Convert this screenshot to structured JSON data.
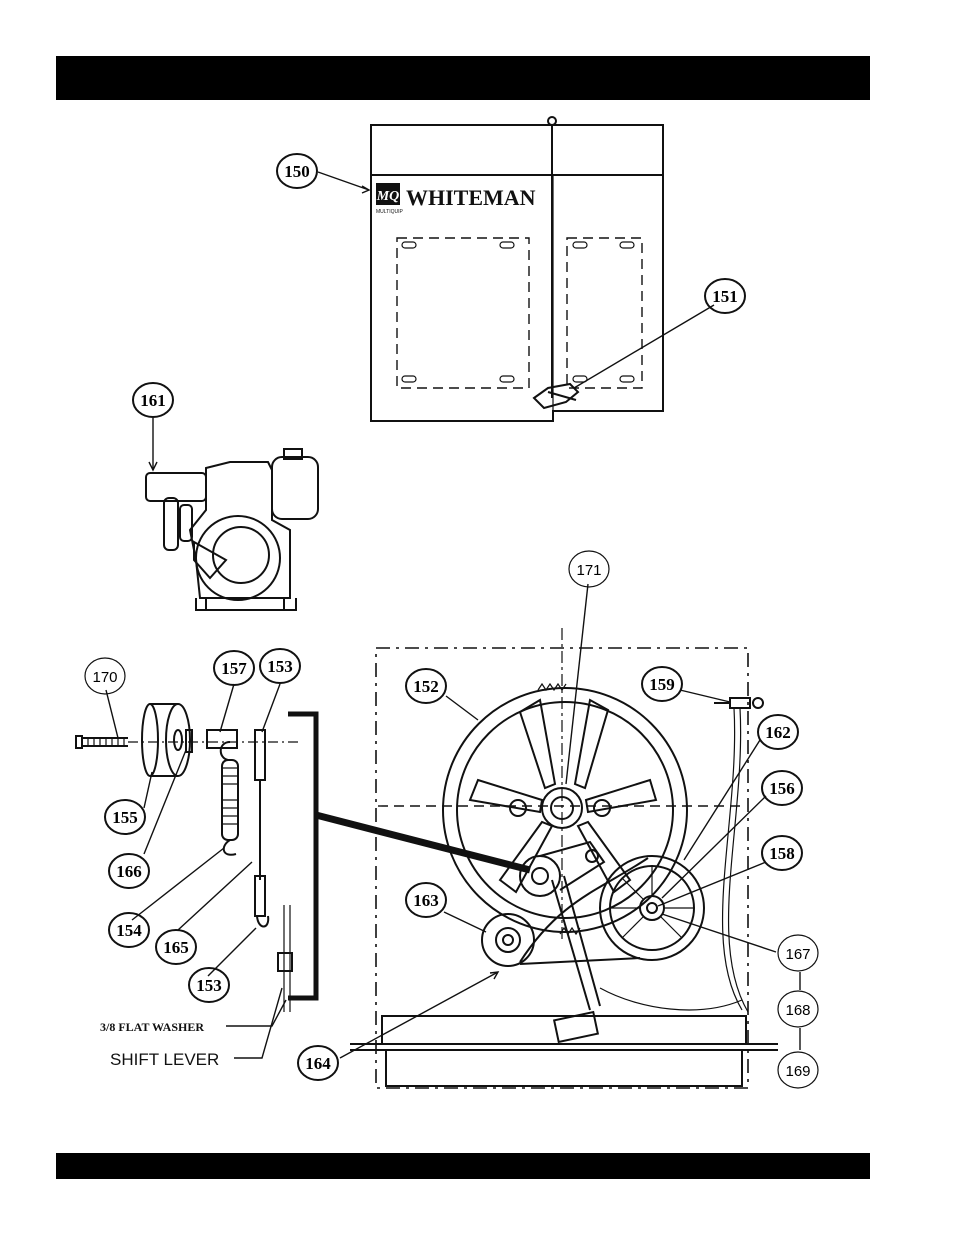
{
  "brand": {
    "logo_initials": "MQ",
    "logo_subtext": "MULTIQUIP",
    "name": "WHITEMAN"
  },
  "callouts": [
    {
      "id": "c150",
      "label": "150",
      "style": "bold"
    },
    {
      "id": "c151",
      "label": "151",
      "style": "bold"
    },
    {
      "id": "c161",
      "label": "161",
      "style": "bold"
    },
    {
      "id": "c171",
      "label": "171",
      "style": "thin"
    },
    {
      "id": "c170",
      "label": "170",
      "style": "thin"
    },
    {
      "id": "c157",
      "label": "157",
      "style": "bold"
    },
    {
      "id": "c153a",
      "label": "153",
      "style": "bold"
    },
    {
      "id": "c152",
      "label": "152",
      "style": "bold"
    },
    {
      "id": "c159",
      "label": "159",
      "style": "bold"
    },
    {
      "id": "c162",
      "label": "162",
      "style": "bold"
    },
    {
      "id": "c156",
      "label": "156",
      "style": "bold"
    },
    {
      "id": "c158",
      "label": "158",
      "style": "bold"
    },
    {
      "id": "c155",
      "label": "155",
      "style": "bold"
    },
    {
      "id": "c166",
      "label": "166",
      "style": "bold"
    },
    {
      "id": "c163",
      "label": "163",
      "style": "bold"
    },
    {
      "id": "c154",
      "label": "154",
      "style": "bold"
    },
    {
      "id": "c165",
      "label": "165",
      "style": "bold"
    },
    {
      "id": "c153b",
      "label": "153",
      "style": "bold"
    },
    {
      "id": "c167",
      "label": "167",
      "style": "thin"
    },
    {
      "id": "c168",
      "label": "168",
      "style": "thin"
    },
    {
      "id": "c169",
      "label": "169",
      "style": "thin"
    },
    {
      "id": "c164",
      "label": "164",
      "style": "bold"
    }
  ],
  "labels": {
    "flat_washer": "3/8  FLAT WASHER",
    "shift_lever": "SHIFT LEVER"
  }
}
